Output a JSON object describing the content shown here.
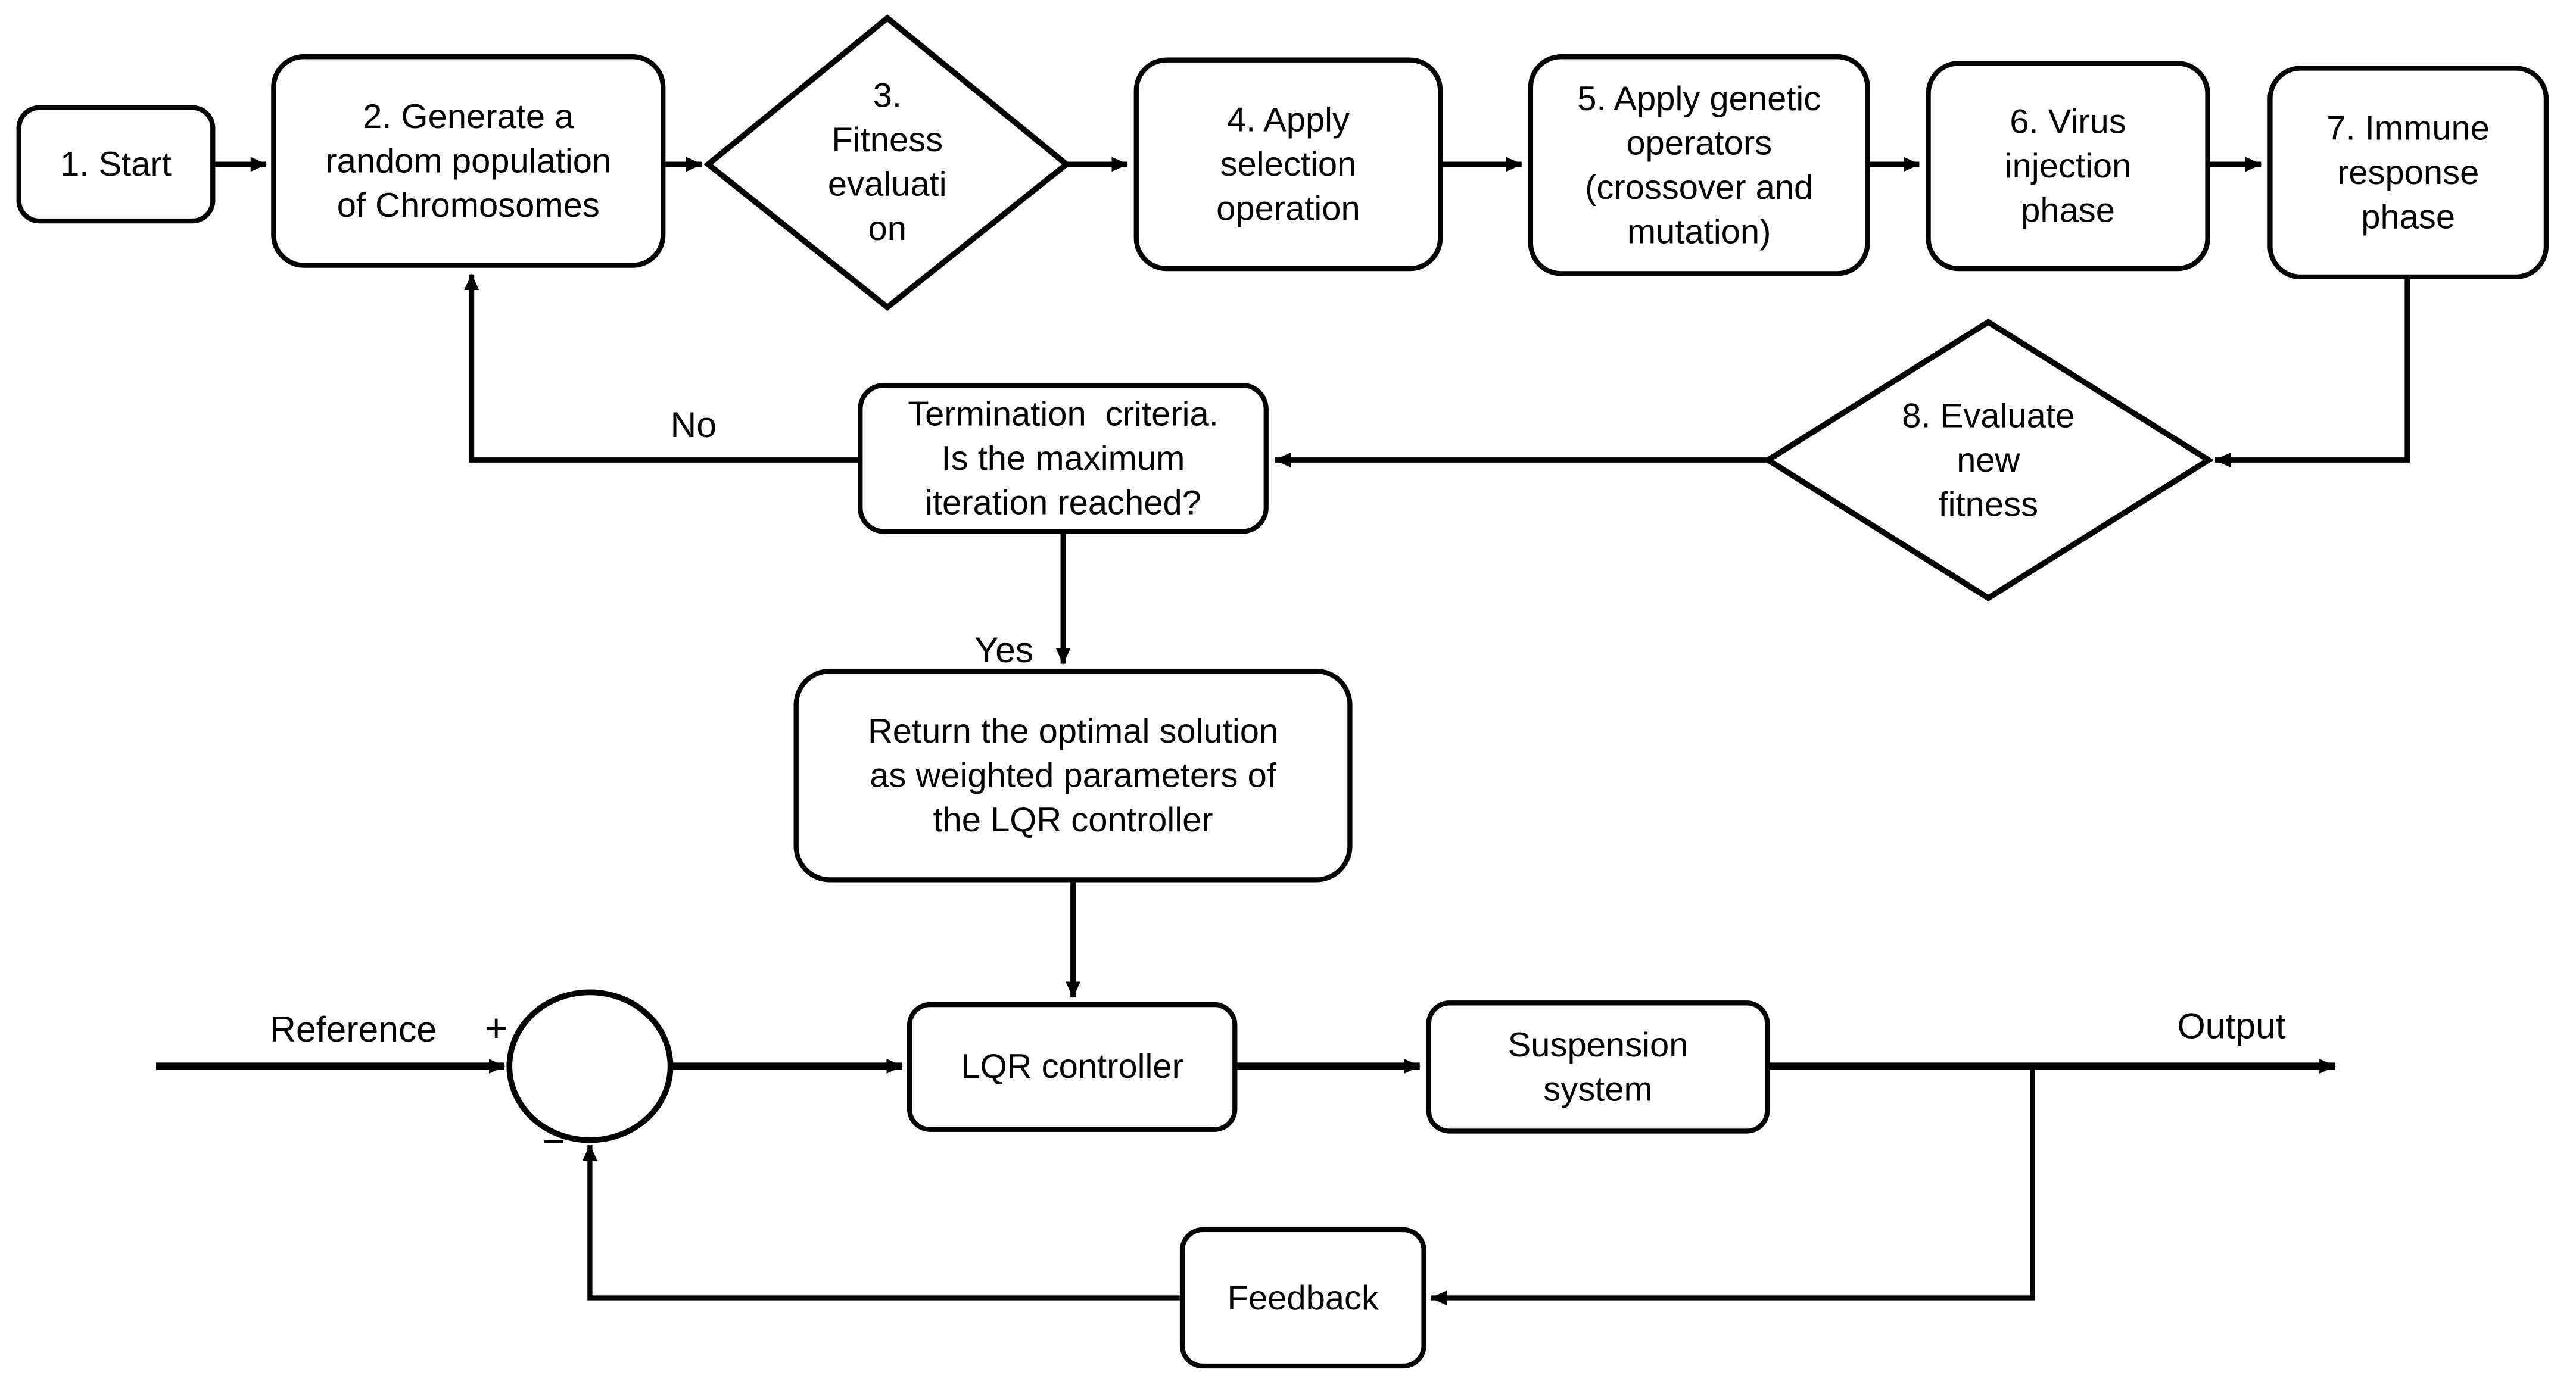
{
  "flowchart": {
    "nodes": {
      "start": {
        "label": "1. Start"
      },
      "generate_population": {
        "label": "2. Generate a\nrandom population\nof Chromosomes"
      },
      "fitness_evaluation": {
        "label": "3.\nFitness\nevaluati\non"
      },
      "apply_selection": {
        "label": "4. Apply\nselection\noperation"
      },
      "genetic_operators": {
        "label": "5. Apply genetic\noperators\n(crossover and\nmutation)"
      },
      "virus_injection": {
        "label": "6. Virus\ninjection\nphase"
      },
      "immune_response": {
        "label": "7. Immune\nresponse\nphase"
      },
      "evaluate_new_fitness": {
        "label": "8. Evaluate\nnew\nfitness"
      },
      "termination_criteria": {
        "label": "Termination  criteria.\nIs the maximum\niteration reached?"
      },
      "return_solution": {
        "label": "Return the optimal solution\nas weighted parameters of\nthe LQR controller"
      }
    },
    "branch_labels": {
      "no": "No",
      "yes": "Yes"
    },
    "control_loop": {
      "reference": "Reference",
      "plus": "+",
      "minus": "−",
      "lqr_controller": "LQR controller",
      "suspension_system": "Suspension\nsystem",
      "output": "Output",
      "feedback": "Feedback"
    },
    "colors": {
      "line": "#000000",
      "node_fill": "#ffffff",
      "background": "#ffffff"
    }
  }
}
